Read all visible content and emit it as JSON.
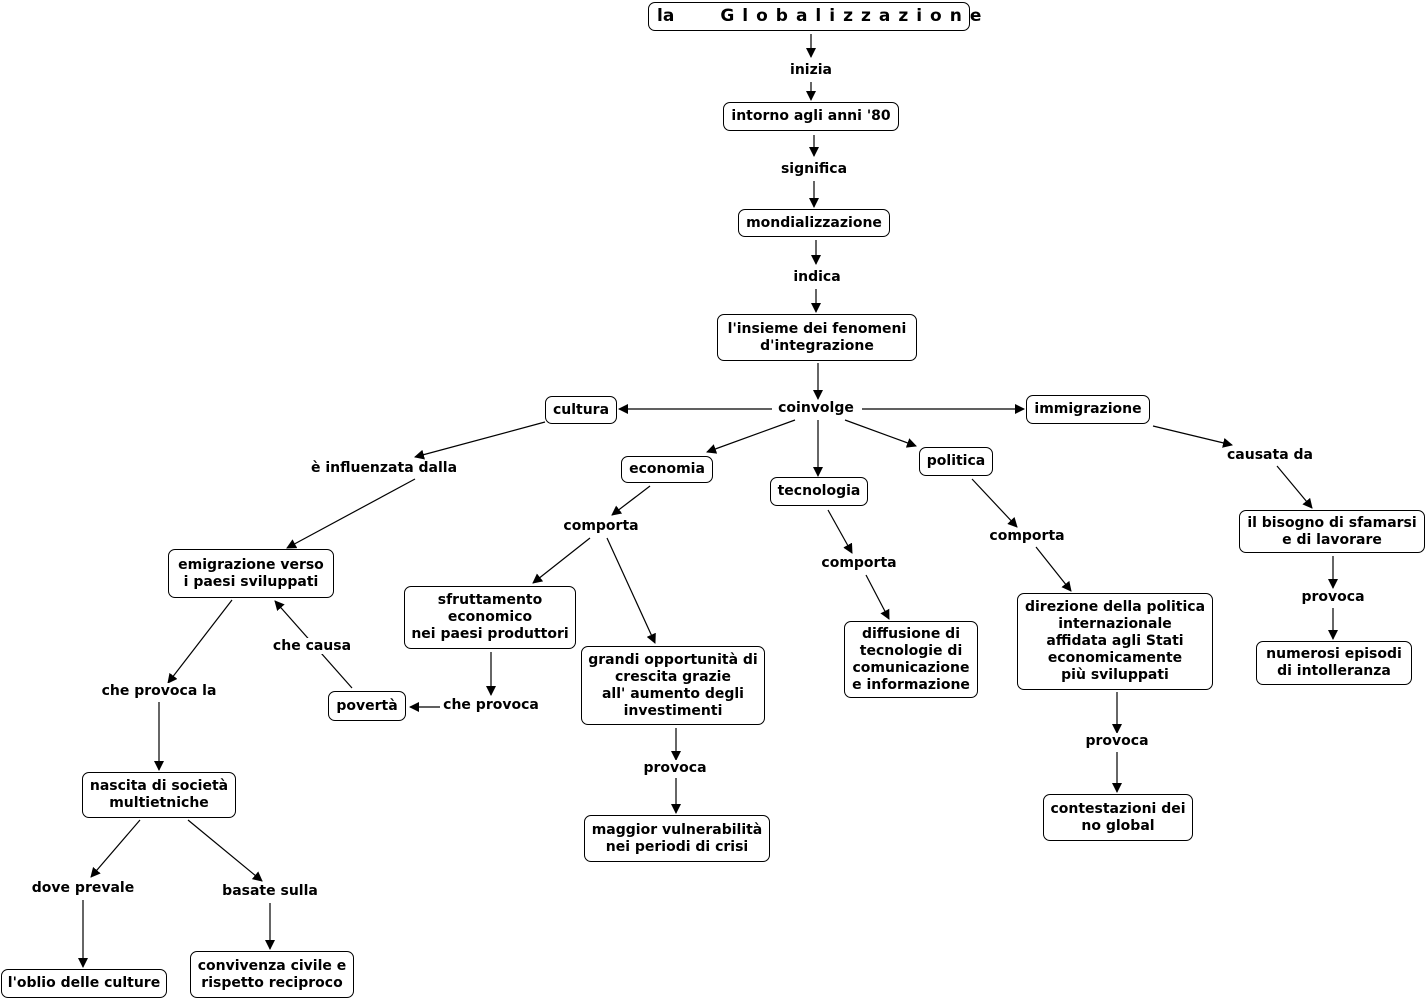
{
  "title": {
    "article": "la",
    "word": "Globalizzazione"
  },
  "nodes": {
    "inizio": "intorno agli anni '80",
    "mondializzazione": "mondializzazione",
    "insieme": "l'insieme dei fenomeni\nd'integrazione",
    "cultura": "cultura",
    "immigrazione": "immigrazione",
    "economia": "economia",
    "tecnologia": "tecnologia",
    "politica": "politica",
    "emigrazione": "emigrazione verso\ni paesi sviluppati",
    "poverta": "povertà",
    "nascita": "nascita di società\nmultietniche",
    "oblio": "l'oblio delle culture",
    "convivenza": "convivenza civile e\nrispetto reciproco",
    "sfruttamento": "sfruttamento\neconomico\nnei paesi produttori",
    "opportunita": "grandi opportunità di\ncrescita grazie\nall' aumento degli\ninvestimenti",
    "vulnerabilita": "maggior vulnerabilità\nnei periodi di crisi",
    "diffusione": "diffusione di\ntecnologie di\ncomunicazione\ne informazione",
    "direzione": "direzione della politica\ninternazionale\naffidata agli Stati\neconomicamente\npiù sviluppati",
    "contestazioni": "contestazioni dei\nno global",
    "bisogno": "il bisogno di sfamarsi\ne di lavorare",
    "intolleranza": "numerosi episodi\ndi intolleranza"
  },
  "links": {
    "inizia": "inizia",
    "significa": "significa",
    "indica": "indica",
    "coinvolge": "coinvolge",
    "influenzata": "è influenzata dalla",
    "che_provoca_la": "che provoca la",
    "che_causa": "che causa",
    "che_provoca": "che provoca",
    "dove_prevale": "dove prevale",
    "basate_sulla": "basate sulla",
    "comporta_economia": "comporta",
    "provoca_economia": "provoca",
    "comporta_tecnologia": "comporta",
    "comporta_politica": "comporta",
    "provoca_politica": "provoca",
    "causata_da": "causata da",
    "provoca_immigrazione": "provoca"
  }
}
